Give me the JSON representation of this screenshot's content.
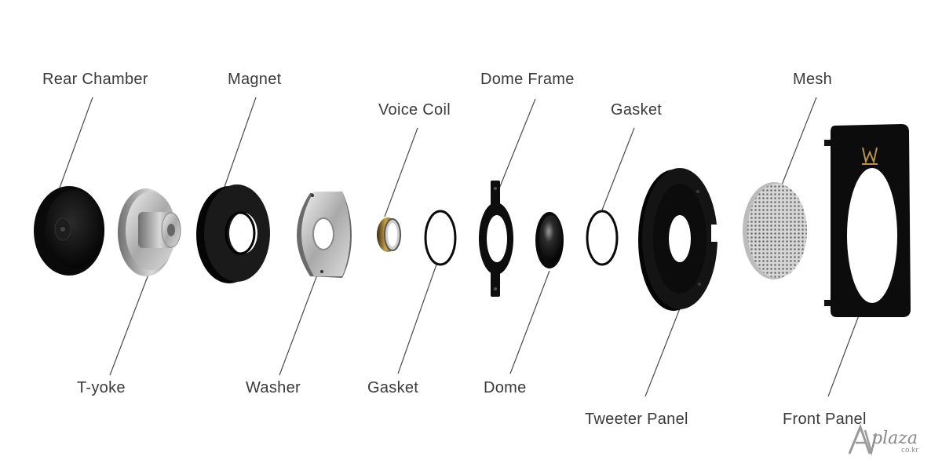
{
  "labels": {
    "rear_chamber": "Rear Chamber",
    "magnet": "Magnet",
    "voice_coil": "Voice Coil",
    "dome_frame": "Dome Frame",
    "gasket_top": "Gasket",
    "mesh": "Mesh",
    "t_yoke": "T-yoke",
    "washer": "Washer",
    "gasket_bottom": "Gasket",
    "dome": "Dome",
    "tweeter_panel": "Tweeter Panel",
    "front_panel": "Front Panel"
  },
  "watermark": {
    "main": "plaza",
    "sub": "co.kr"
  },
  "colors": {
    "label": "#3a3a3a",
    "line": "#4a4a4a",
    "part_dark": "#111111",
    "metal": "#b8b8b8",
    "mesh": "#9a9a9a"
  }
}
